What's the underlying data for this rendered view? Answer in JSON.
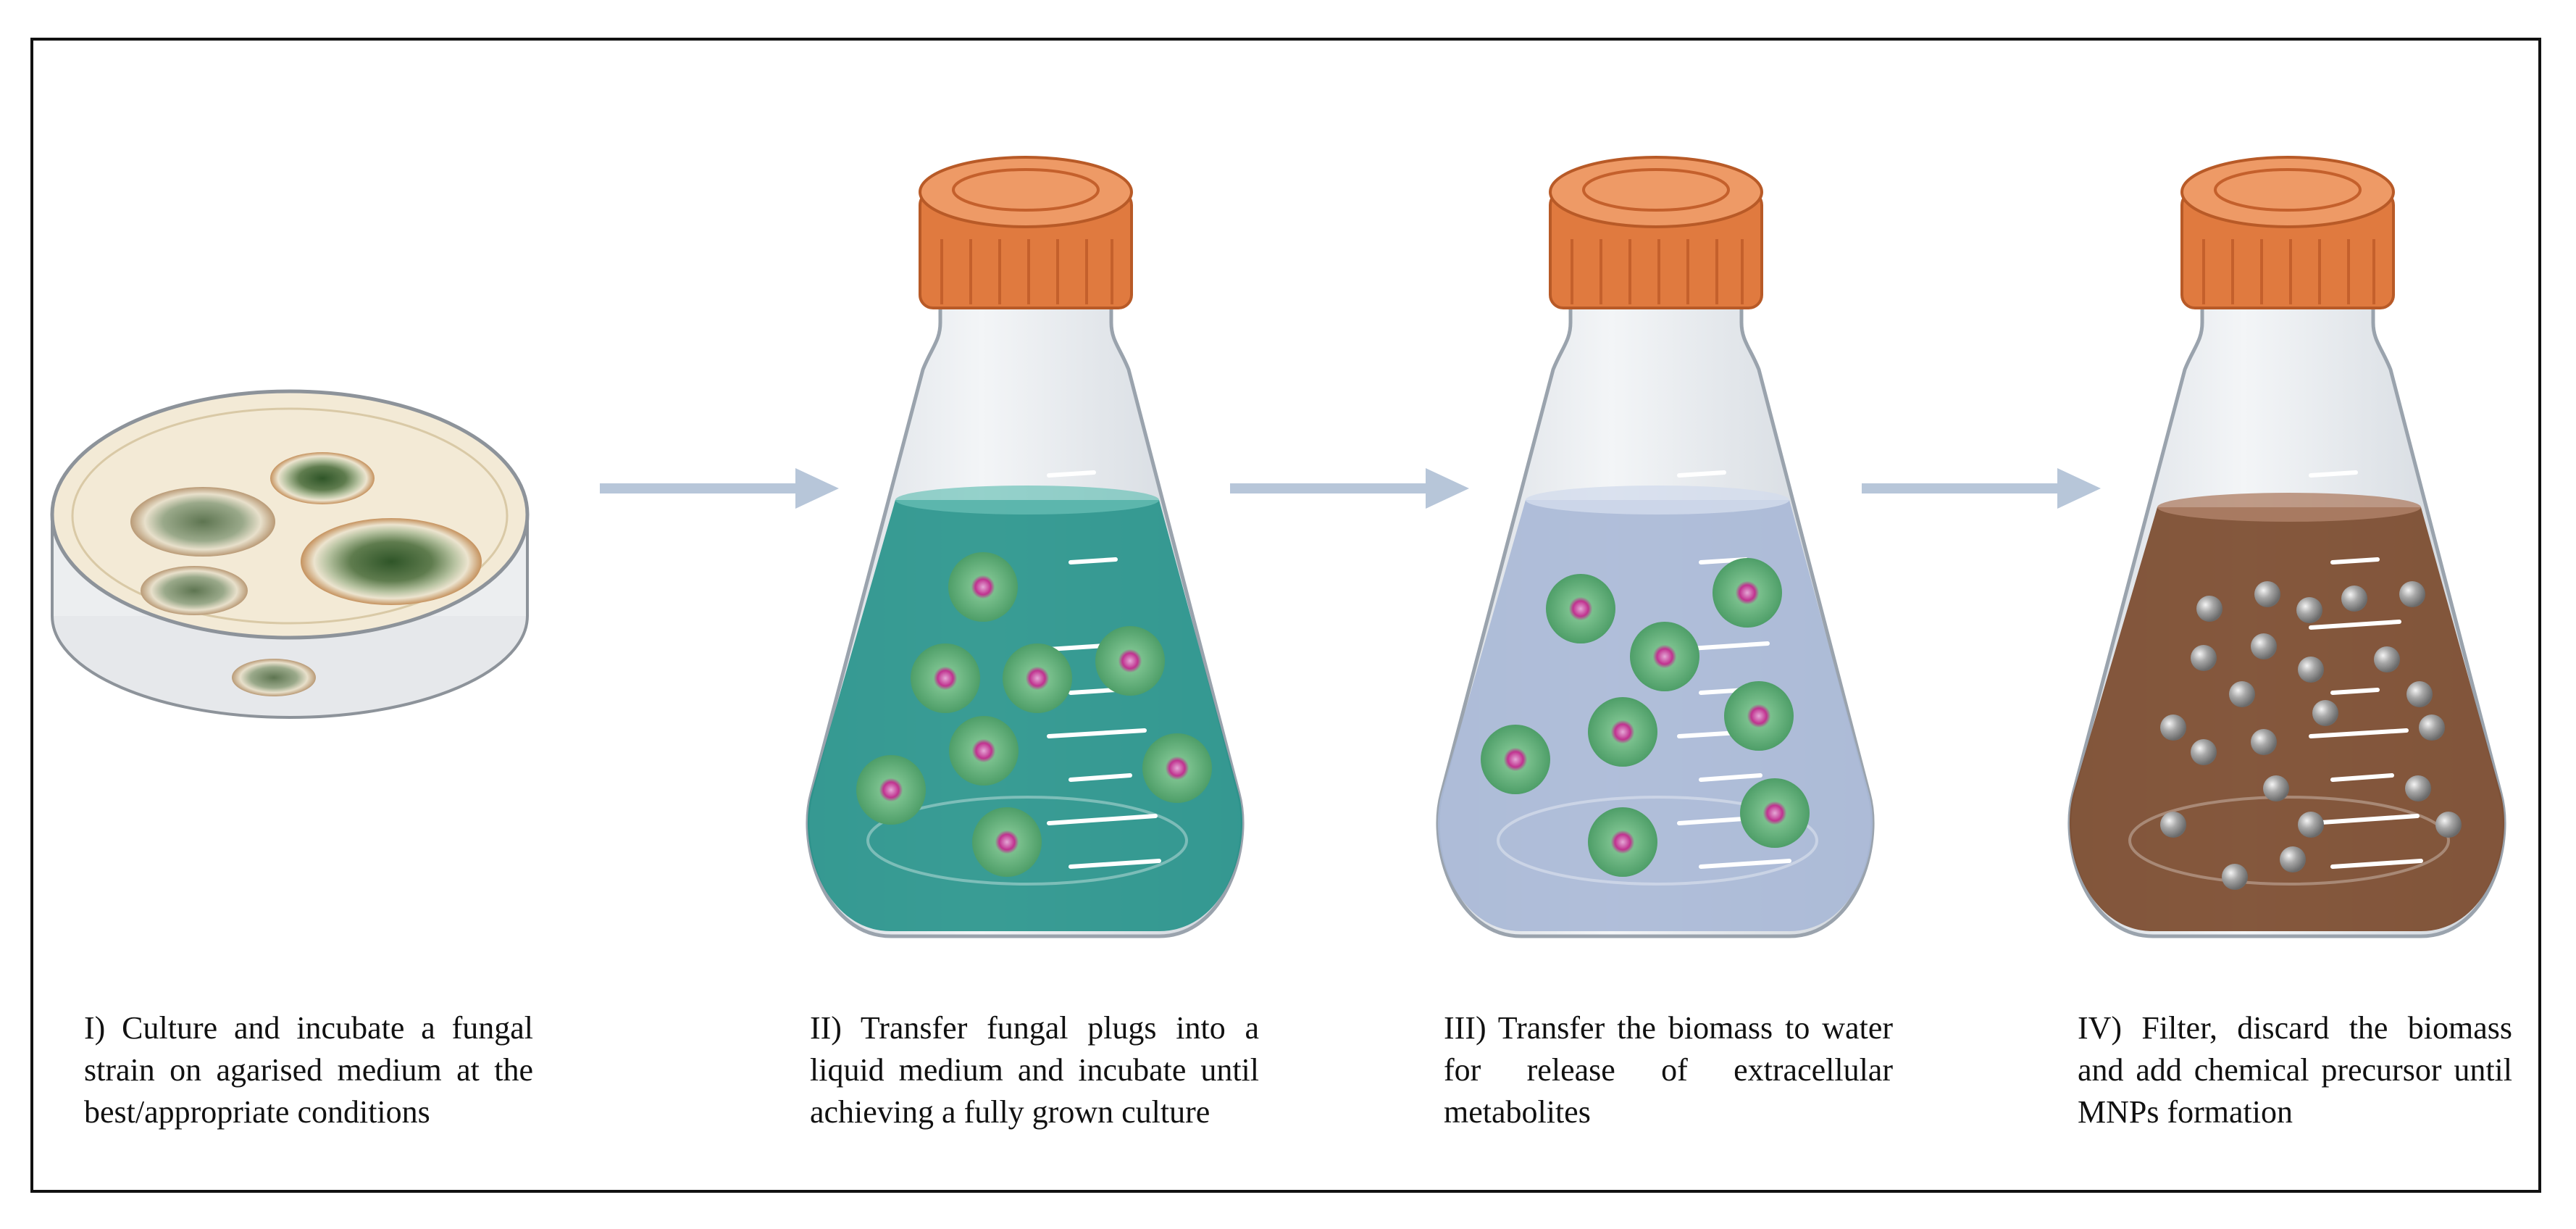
{
  "steps": [
    {
      "caption": "I) Culture and incubate a fungal strain on agarised medium at the best/appropriate conditions",
      "illustration": "petri-dish"
    },
    {
      "caption": "II) Transfer fungal plugs into a liquid medium and incubate until achieving a fully grown culture",
      "illustration": "flask",
      "liquid_color": "#1f8f86"
    },
    {
      "caption": "III) Transfer the biomass to water for release of extracellular metabolites",
      "illustration": "flask",
      "liquid_color": "#a9b8d6"
    },
    {
      "caption": "IV) Filter, discard the biomass and add chemical precursor until MNPs formation",
      "illustration": "flask",
      "liquid_color": "#7b4a2c"
    }
  ],
  "colors": {
    "arrow": "#b7c6d9",
    "cap": "#e07a3f",
    "fungus_ring": "#63b277",
    "fungus_core": "#c0328f",
    "nanoparticle": "#9a9a9a",
    "agar": "#f3ead6"
  }
}
